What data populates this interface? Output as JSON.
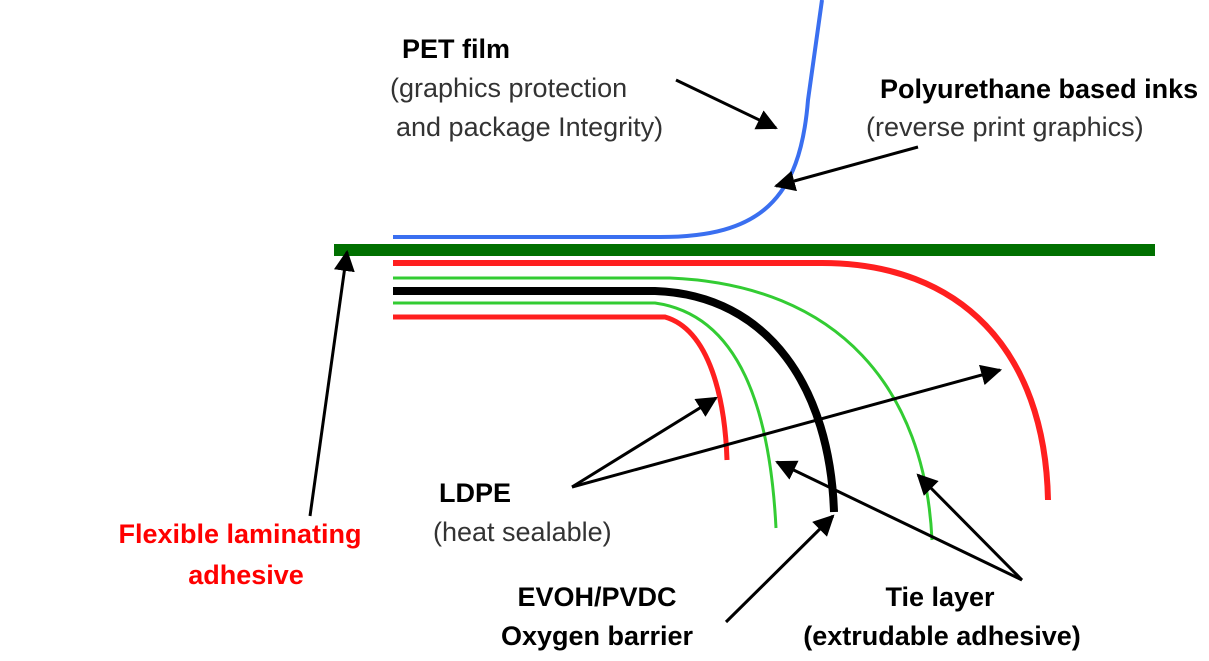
{
  "labels": {
    "pet_title": "PET film",
    "pet_desc_1": "(graphics protection",
    "pet_desc_2": "and package Integrity)",
    "ink_title": "Polyurethane based inks",
    "ink_desc": "(reverse print graphics)",
    "ldpe_title": "LDPE",
    "ldpe_desc": "(heat sealable)",
    "adhesive_1": "Flexible laminating",
    "adhesive_2": "adhesive",
    "evoh_1": "EVOH/PVDC",
    "evoh_2": "Oxygen barrier",
    "tie_1": "Tie layer",
    "tie_2": "(extrudable adhesive)"
  },
  "colors": {
    "pet": "#3a6ff0",
    "adhesive": "#007000",
    "ldpe": "#ff1f1f",
    "tie": "#33cc33",
    "barrier": "#000000",
    "arrow": "#000000",
    "adhesive_label": "#ff0000"
  }
}
